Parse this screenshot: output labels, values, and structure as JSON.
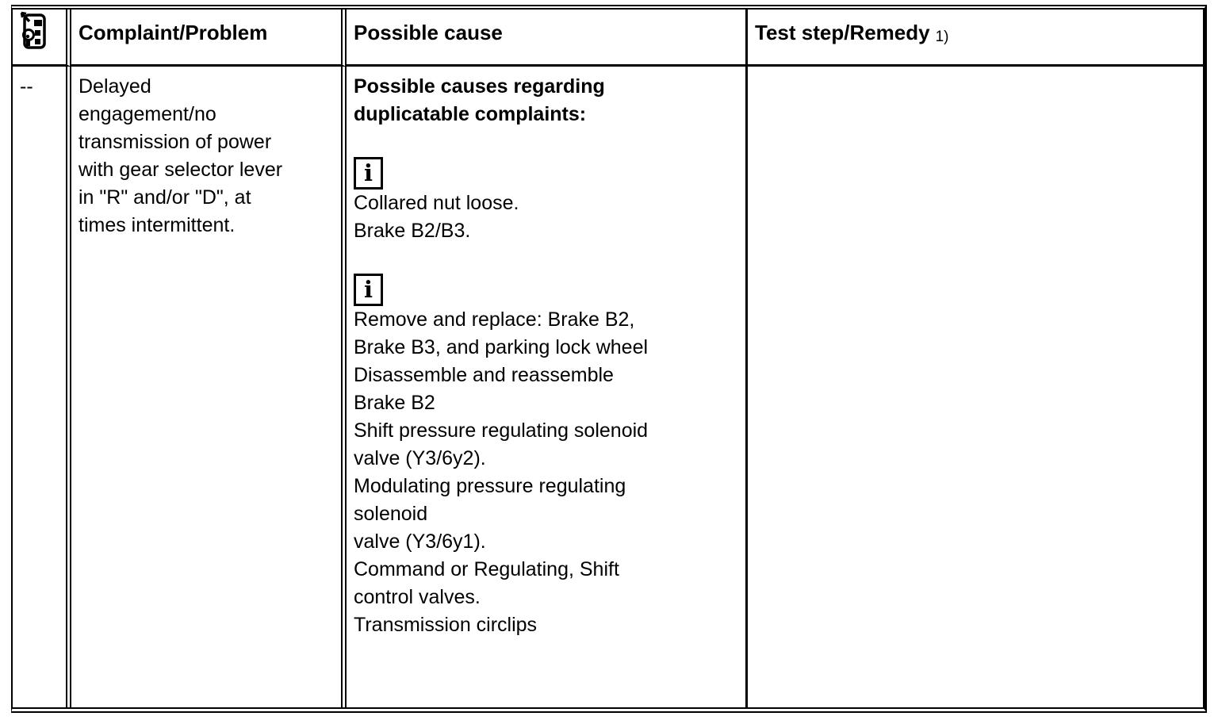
{
  "page": {
    "background": "#ffffff"
  },
  "colors": {
    "text": "#000000",
    "border": "#000000",
    "background": "#ffffff"
  },
  "icons": {
    "header_icon": "diagnostic-tester-icon",
    "info_icon": "info-icon",
    "info_glyph": "i"
  },
  "table": {
    "headers": {
      "icon_col": "",
      "complaint": "Complaint/Problem",
      "cause": "Possible cause",
      "remedy": "Test step/Remedy",
      "remedy_footnote": "1)"
    },
    "row": {
      "id_marker": "--",
      "complaint": "Delayed\nengagement/no\ntransmission of power\nwith gear selector lever\nin \"R\" and/or \"D\", at\ntimes intermittent.",
      "cause": {
        "intro": "Possible causes regarding\nduplicatable complaints:",
        "note1": "Collared nut loose.\nBrake B2/B3.",
        "note2": "Remove and replace: Brake B2,\nBrake B3, and parking lock wheel",
        "para1": "Disassemble and reassemble\nBrake B2",
        "para2": "Shift pressure regulating solenoid\nvalve (Y3/6y2).\nModulating pressure regulating\nsolenoid\nvalve (Y3/6y1).\nCommand or Regulating, Shift\ncontrol valves.\nTransmission circlips"
      },
      "remedy": ""
    }
  }
}
